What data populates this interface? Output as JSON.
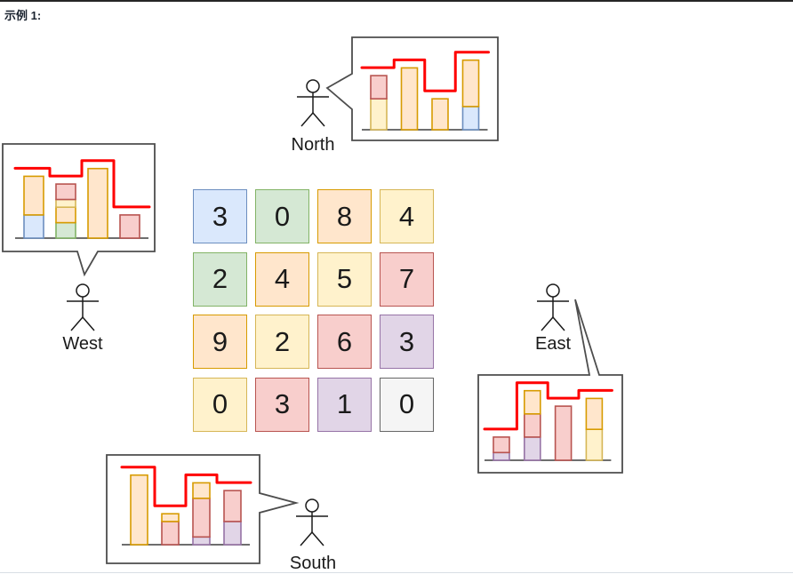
{
  "page": {
    "heading": "示例 1:",
    "background": "#ffffff",
    "top_rule_color": "#262626",
    "bottom_rule_color": "#d8dee4"
  },
  "palette": {
    "blue": {
      "fill": "#dae8fc",
      "stroke": "#6c8ebf"
    },
    "green": {
      "fill": "#d5e8d4",
      "stroke": "#82b366"
    },
    "orange": {
      "fill": "#ffe6cc",
      "stroke": "#d79b00"
    },
    "yellow": {
      "fill": "#fff2cc",
      "stroke": "#d6b656"
    },
    "red": {
      "fill": "#f8cecc",
      "stroke": "#b85450"
    },
    "purple": {
      "fill": "#e1d5e7",
      "stroke": "#9673a6"
    },
    "gray": {
      "fill": "#f5f5f5",
      "stroke": "#666666"
    }
  },
  "accents": {
    "skyline_line": "#ff0000",
    "outline": "#4d4d4d",
    "axis": "#595959",
    "figure": "#1a1a1a",
    "grid_text": "#1a1a1a"
  },
  "grid": {
    "rows": [
      [
        {
          "value": "3",
          "color": "blue"
        },
        {
          "value": "0",
          "color": "green"
        },
        {
          "value": "8",
          "color": "orange"
        },
        {
          "value": "4",
          "color": "yellow"
        }
      ],
      [
        {
          "value": "2",
          "color": "green"
        },
        {
          "value": "4",
          "color": "orange"
        },
        {
          "value": "5",
          "color": "yellow"
        },
        {
          "value": "7",
          "color": "red"
        }
      ],
      [
        {
          "value": "9",
          "color": "orange"
        },
        {
          "value": "2",
          "color": "yellow"
        },
        {
          "value": "6",
          "color": "red"
        },
        {
          "value": "3",
          "color": "purple"
        }
      ],
      [
        {
          "value": "0",
          "color": "yellow"
        },
        {
          "value": "3",
          "color": "red"
        },
        {
          "value": "1",
          "color": "purple"
        },
        {
          "value": "0",
          "color": "gray"
        }
      ]
    ]
  },
  "observers": {
    "north": {
      "label": "North"
    },
    "west": {
      "label": "West"
    },
    "east": {
      "label": "East"
    },
    "south": {
      "label": "South"
    }
  },
  "chart_data": [
    {
      "type": "bar",
      "view": "north",
      "legend_position": "none",
      "grid_lines": false,
      "note": "stacked visible-building heights seen from the north (grid columns right-to-left); red stepped line = skyline height per column",
      "bars": [
        {
          "segments": [
            {
              "color": "yellow",
              "value": 4
            },
            {
              "color": "red",
              "value": 3
            }
          ],
          "skyline": 7
        },
        {
          "segments": [
            {
              "color": "orange",
              "value": 8
            }
          ],
          "skyline": 8
        },
        {
          "segments": [
            {
              "color": "orange",
              "value": 4
            }
          ],
          "skyline": 4
        },
        {
          "segments": [
            {
              "color": "blue",
              "value": 3
            },
            {
              "color": "orange",
              "value": 6
            }
          ],
          "skyline": 9
        }
      ],
      "ylim": [
        0,
        10
      ]
    },
    {
      "type": "bar",
      "view": "west",
      "legend_position": "none",
      "grid_lines": false,
      "note": "stacked visible-building heights seen from the west (grid rows top-to-bottom)",
      "bars": [
        {
          "segments": [
            {
              "color": "blue",
              "value": 3
            },
            {
              "color": "orange",
              "value": 5
            }
          ],
          "skyline": 8
        },
        {
          "segments": [
            {
              "color": "green",
              "value": 2
            },
            {
              "color": "orange",
              "value": 2
            },
            {
              "color": "yellow",
              "value": 1
            },
            {
              "color": "red",
              "value": 2
            }
          ],
          "skyline": 7
        },
        {
          "segments": [
            {
              "color": "orange",
              "value": 9
            }
          ],
          "skyline": 9
        },
        {
          "segments": [
            {
              "color": "red",
              "value": 3
            }
          ],
          "skyline": 3
        }
      ],
      "ylim": [
        0,
        10
      ]
    },
    {
      "type": "bar",
      "view": "east",
      "legend_position": "none",
      "grid_lines": false,
      "note": "stacked visible-building heights seen from the east (grid rows bottom-to-top)",
      "bars": [
        {
          "segments": [
            {
              "color": "purple",
              "value": 1
            },
            {
              "color": "red",
              "value": 2
            }
          ],
          "skyline": 3
        },
        {
          "segments": [
            {
              "color": "purple",
              "value": 3
            },
            {
              "color": "red",
              "value": 3
            },
            {
              "color": "orange",
              "value": 3
            }
          ],
          "skyline": 9
        },
        {
          "segments": [
            {
              "color": "red",
              "value": 7
            }
          ],
          "skyline": 7
        },
        {
          "segments": [
            {
              "color": "yellow",
              "value": 4
            },
            {
              "color": "orange",
              "value": 4
            }
          ],
          "skyline": 8
        }
      ],
      "ylim": [
        0,
        10
      ]
    },
    {
      "type": "bar",
      "view": "south",
      "legend_position": "none",
      "grid_lines": false,
      "note": "stacked visible-building heights seen from the south (grid columns left-to-right)",
      "bars": [
        {
          "segments": [
            {
              "color": "orange",
              "value": 9
            }
          ],
          "skyline": 9
        },
        {
          "segments": [
            {
              "color": "red",
              "value": 3
            },
            {
              "color": "orange",
              "value": 1
            }
          ],
          "skyline": 4
        },
        {
          "segments": [
            {
              "color": "purple",
              "value": 1
            },
            {
              "color": "red",
              "value": 5
            },
            {
              "color": "orange",
              "value": 2
            }
          ],
          "skyline": 8
        },
        {
          "segments": [
            {
              "color": "purple",
              "value": 3
            },
            {
              "color": "red",
              "value": 4
            }
          ],
          "skyline": 7
        }
      ],
      "ylim": [
        0,
        10
      ]
    }
  ]
}
